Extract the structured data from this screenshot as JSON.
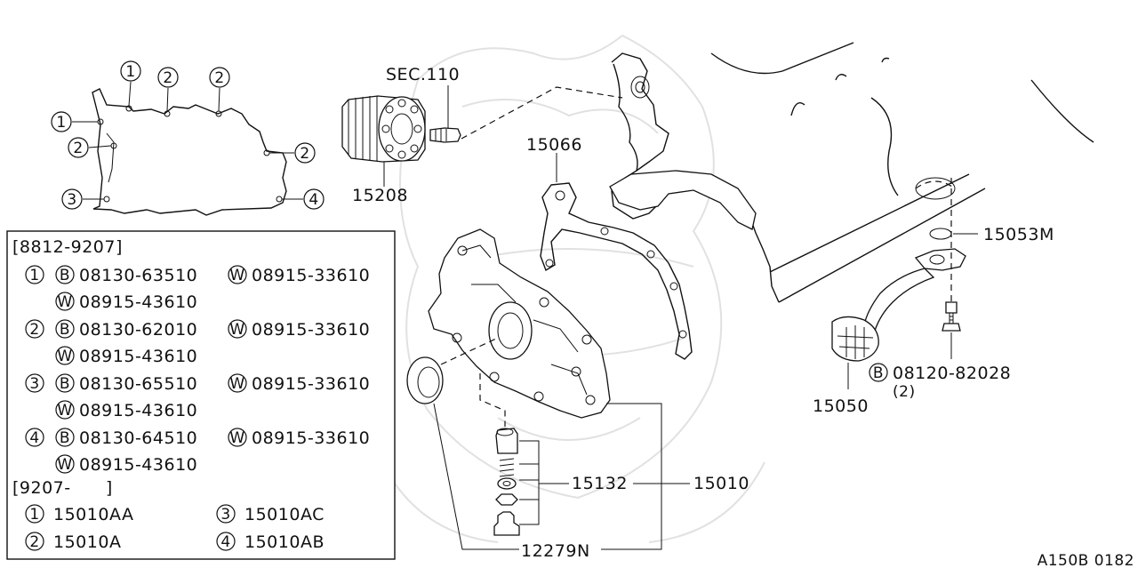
{
  "callouts": {
    "sec": "SEC.110",
    "p15208": "15208",
    "p15066": "15066",
    "p15053m": "15053M",
    "p15050": "15050",
    "bolt_code": "08120-82028",
    "bolt_qty": "(2)",
    "p15132": "15132",
    "p15010": "15010",
    "p12279n": "12279N",
    "diagram_code": "A150B 0182"
  },
  "bolt_layout": {
    "markers": [
      {
        "num": "1"
      },
      {
        "num": "2"
      },
      {
        "num": "2"
      },
      {
        "num": "1"
      },
      {
        "num": "2"
      },
      {
        "num": "2"
      },
      {
        "num": "3"
      },
      {
        "num": "4"
      }
    ]
  },
  "legend": {
    "section1_header": "[8812-9207]",
    "section1": [
      {
        "num": "1",
        "b_code": "08130-63510",
        "w_code": "08915-33610",
        "w2_code": "08915-43610"
      },
      {
        "num": "2",
        "b_code": "08130-62010",
        "w_code": "08915-33610",
        "w2_code": "08915-43610"
      },
      {
        "num": "3",
        "b_code": "08130-65510",
        "w_code": "08915-33610",
        "w2_code": "08915-43610"
      },
      {
        "num": "4",
        "b_code": "08130-64510",
        "w_code": "08915-33610",
        "w2_code": "08915-43610"
      }
    ],
    "section2_header": "[9207-      ]",
    "section2": [
      {
        "num": "1",
        "part": "15010AA"
      },
      {
        "num": "3",
        "part": "15010AC"
      },
      {
        "num": "2",
        "part": "15010A"
      },
      {
        "num": "4",
        "part": "15010AB"
      }
    ],
    "b_letter": "B",
    "w_letter": "W"
  }
}
